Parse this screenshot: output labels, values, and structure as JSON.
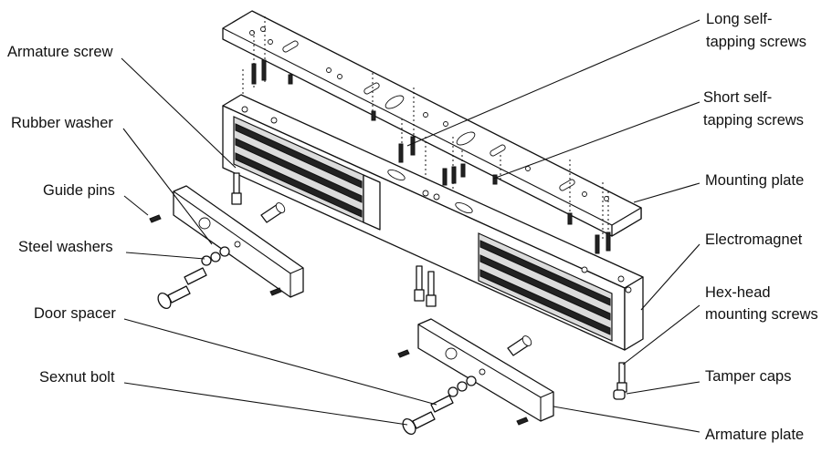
{
  "labels": {
    "armature_screw": "Armature screw",
    "rubber_washer": "Rubber washer",
    "guide_pins": "Guide pins",
    "steel_washers": "Steel washers",
    "door_spacer": "Door spacer",
    "sexnut_bolt": "Sexnut bolt",
    "long_screws_1": "Long self-",
    "long_screws_2": "tapping screws",
    "short_screws_1": "Short self-",
    "short_screws_2": "tapping screws",
    "mounting_plate": "Mounting plate",
    "electromagnet": "Electromagnet",
    "hex_screws_1": "Hex-head",
    "hex_screws_2": "mounting screws",
    "tamper_caps": "Tamper caps",
    "armature_plate": "Armature plate"
  }
}
